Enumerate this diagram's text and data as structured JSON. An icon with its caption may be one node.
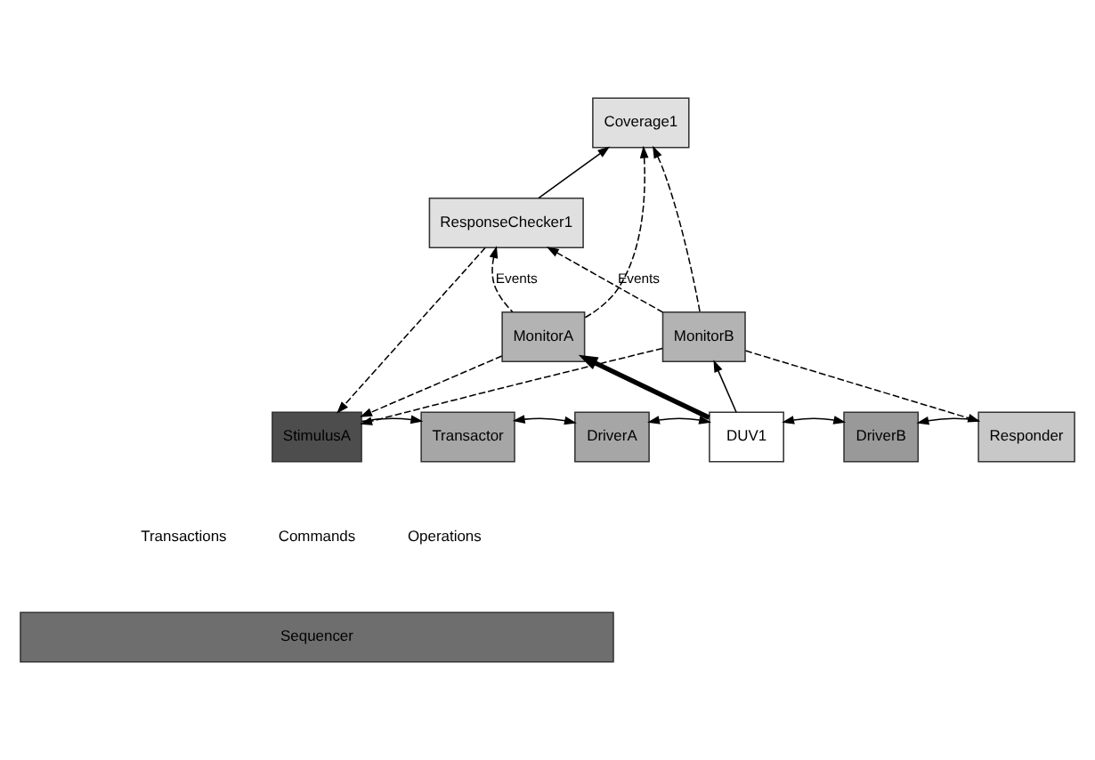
{
  "diagram": {
    "nodes": [
      {
        "text": [
          "Coverage1"
        ]
      },
      {
        "text": [
          "ResponseChecker1"
        ]
      },
      {
        "text": [
          "MonitorA"
        ]
      },
      {
        "text": [
          "MonitorB"
        ]
      },
      {
        "text": [
          "StimulusA"
        ]
      },
      {
        "text": [
          "Transactor"
        ]
      },
      {
        "text": [
          "DriverA"
        ]
      },
      {
        "text": [
          "DUV1"
        ]
      },
      {
        "text": [
          "DriverB"
        ]
      },
      {
        "text": [
          "Responder"
        ]
      },
      {
        "text": [
          "Sequencer"
        ]
      }
    ],
    "edges": [
      {
        "from": 1,
        "to": 0,
        "arrow": "to"
      },
      {
        "from": 2,
        "to": 1,
        "arrow": "to",
        "label": "Events",
        "style": "dashed"
      },
      {
        "from": 3,
        "to": 1,
        "arrow": "to",
        "label": "Events",
        "style": "dashed"
      },
      {
        "from": 2,
        "to": 0,
        "arrow": "to",
        "style": "dashed"
      },
      {
        "from": 2,
        "to": 4,
        "arrow": "to",
        "style": "dashed"
      },
      {
        "from": 3,
        "to": 0,
        "arrow": "to",
        "style": "dashed"
      },
      {
        "from": 3,
        "to": 9,
        "arrow": "to",
        "style": "dashed"
      },
      {
        "from": 3,
        "to": 4,
        "arrow": "to",
        "style": "dashed"
      },
      {
        "from": 1,
        "to": 4,
        "arrow": "to",
        "style": "dashed"
      },
      {
        "from": 4,
        "to": 5,
        "arrow": "to"
      },
      {
        "from": 5,
        "to": 6,
        "arrow": "both"
      },
      {
        "from": 6,
        "to": 7,
        "arrow": "both"
      },
      {
        "from": 7,
        "to": 8,
        "arrow": "both"
      },
      {
        "from": 9,
        "to": 8,
        "arrow": "to"
      },
      {
        "from": 7,
        "to": 2,
        "arrow": "to",
        "style": "thick"
      },
      {
        "from": 7,
        "to": 3,
        "arrow": "to"
      }
    ],
    "labels": [
      "Transactions",
      "Commands",
      "Operations"
    ]
  }
}
